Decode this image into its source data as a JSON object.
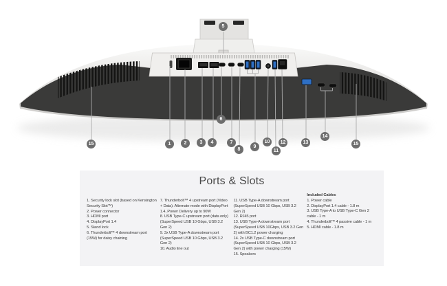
{
  "illustration": {
    "description": "Rear bottom view of a curved silver monitor showing its port panel, quick-access ports and speaker grilles with numbered callouts",
    "callouts": [
      "1",
      "2",
      "3",
      "4",
      "5",
      "6",
      "7",
      "8",
      "9",
      "10",
      "11",
      "12",
      "13",
      "14",
      "15",
      "15"
    ]
  },
  "colors": {
    "usb_blue": "#2e6fc4",
    "callout_gray": "#6e6e6e",
    "panel_bg": "#f3f3f5",
    "monitor_band": "#3a3a39"
  },
  "ports_slots": {
    "title": "Ports & Slots",
    "col1": [
      "1. Security lock slot (based on Kensington Security Slot™)",
      "2. Power connector",
      "3. HDMI port",
      "4. DisplayPort 1.4",
      "5. Stand lock",
      "6. Thunderbolt™ 4 downstream port (15W) for daisy chaining"
    ],
    "col2": [
      "7. Thunderbolt™ 4 upstream port (Video + Data). Alternate mode with DisplayPort 1.4, Power Delivery up to 90W",
      "8. USB Type-C upstream port (data only) (SuperSpeed USB 10 Gbps, USB 3.2 Gen 2)",
      "9. 3x USB Type-A downstream port (SuperSpeed USB 10 Gbps, USB 3.2 Gen 2)",
      "10. Audio line out"
    ],
    "col3": [
      "11. USB Type-A downstream port (SuperSpeed USB 10 Gbps, USB 3.2 Gen 2)",
      "12. RJ45 port",
      "13. USB Type-A downstream port (SuperSpeed USB 10Gbps, USB 3.2 Gen 2) with BC1.2 power charging",
      "14. 2x USB Type-C downstream port (SuperSpeed USB 10 Gbps, USB 3.2 Gen 2) with power charging (15W)",
      "15. Speakers"
    ],
    "included_cables": {
      "title": "Included Cables",
      "items": [
        "1. Power cable",
        "2. DisplayPort 1.4 cable - 1.8 m",
        "3. USB Type-A to USB Type-C Gen 2 cable - 1 m",
        "4. Thunderbolt™ 4 passive cable - 1 m",
        "5. HDMI cable - 1.8 m"
      ]
    }
  }
}
